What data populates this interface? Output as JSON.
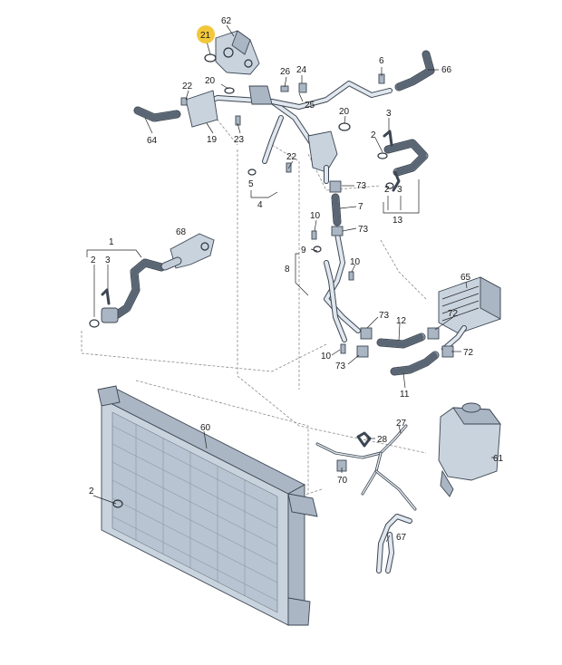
{
  "callouts": {
    "c21": "21",
    "c62": "62",
    "c6": "6",
    "c66": "66",
    "c26": "26",
    "c24": "24",
    "c20a": "20",
    "c22a": "22",
    "c25": "25",
    "c3a": "3",
    "c64": "64",
    "c19": "19",
    "c23": "23",
    "c20b": "20",
    "c2a": "2",
    "c22b": "22",
    "c5": "5",
    "c4": "4",
    "c73a": "73",
    "c7": "7",
    "c2b": "2",
    "c3b": "3",
    "c13": "13",
    "c10a": "10",
    "c73b": "73",
    "c68": "68",
    "c1": "1",
    "c2c": "2",
    "c3c": "3",
    "c9": "9",
    "c8": "8",
    "c10b": "10",
    "c65": "65",
    "c73c": "73",
    "c72a": "72",
    "c12": "12",
    "c10c": "10",
    "c73d": "73",
    "c72b": "72",
    "c11": "11",
    "c60": "60",
    "c27": "27",
    "c28": "28",
    "c61": "61",
    "c70": "70",
    "c2d": "2",
    "c67": "67"
  },
  "highlight_color": "#f2c83a"
}
